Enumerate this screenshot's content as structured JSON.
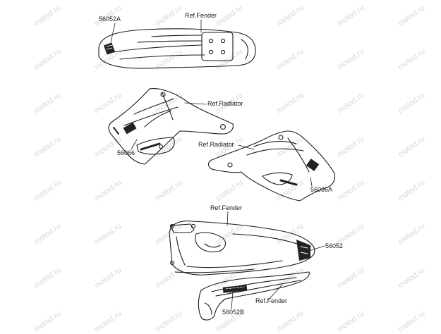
{
  "watermark": "motod.ru",
  "colors": {
    "line": "#1a1a1a",
    "decal": "#222222",
    "watermark": "#d7d7d7"
  },
  "labels": {
    "front_fender_decal": "56052A",
    "front_fender_ref": "Ref.Fender",
    "radiator_shroud_left_ref": "Ref.Radiator",
    "radiator_shroud_left_decal": "56066",
    "radiator_shroud_right_ref": "Ref.Radiator",
    "radiator_shroud_right_decal": "56066A",
    "rear_fender_ref": "Ref.Fender",
    "rear_fender_decal": "56052",
    "side_cover_decal": "56052B",
    "side_cover_ref": "Ref.Fender"
  }
}
